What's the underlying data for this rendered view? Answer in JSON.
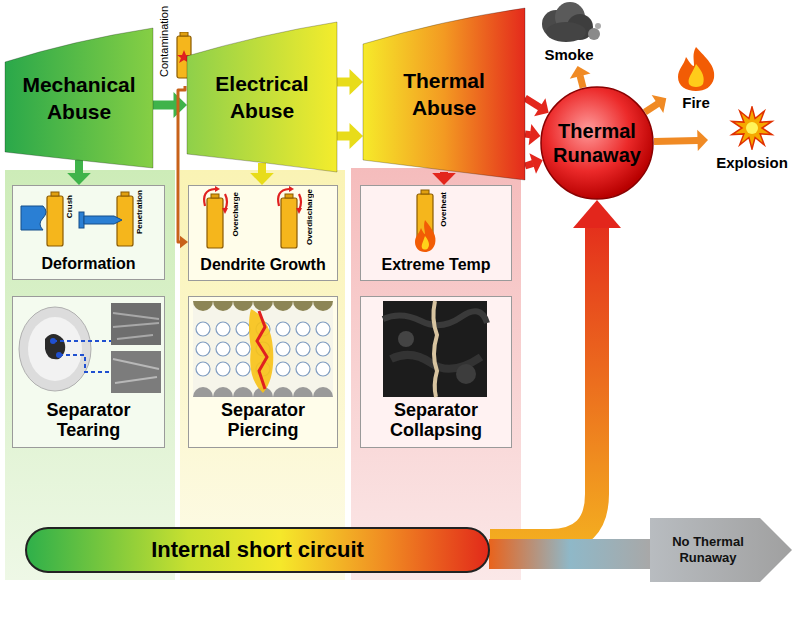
{
  "diagram": {
    "nodes": [
      {
        "text": [
          "Contamination"
        ]
      },
      {
        "text": [
          "Mechanical Abuse"
        ]
      },
      {
        "text": [
          "Electrical Abuse"
        ]
      },
      {
        "text": [
          "Thermal Abuse"
        ]
      },
      {
        "text": [
          "Thermal Runaway"
        ]
      },
      {
        "text": [
          "Smoke"
        ]
      },
      {
        "text": [
          "Fire"
        ]
      },
      {
        "text": [
          "Explosion"
        ]
      },
      {
        "text": [
          "Deformation"
        ]
      },
      {
        "text": [
          "Dendrite Growth"
        ]
      },
      {
        "text": [
          "Extreme Temp"
        ]
      },
      {
        "text": [
          "Separator Tearing"
        ]
      },
      {
        "text": [
          "Separator Piercing"
        ]
      },
      {
        "text": [
          "Separator Collapsing"
        ]
      },
      {
        "text": [
          "Internal short circuit"
        ]
      },
      {
        "text": [
          "No Thermal Runaway"
        ]
      }
    ],
    "edges": [
      {
        "from": 1,
        "to": 2,
        "arrow": "to"
      },
      {
        "from": 2,
        "to": 3,
        "arrow": "to"
      },
      {
        "from": 2,
        "to": 3,
        "arrow": "to"
      },
      {
        "from": 3,
        "to": 4,
        "arrow": "to"
      },
      {
        "from": 3,
        "to": 4,
        "arrow": "to"
      },
      {
        "from": 3,
        "to": 4,
        "arrow": "to"
      },
      {
        "from": 4,
        "to": 5,
        "arrow": "to"
      },
      {
        "from": 4,
        "to": 6,
        "arrow": "to"
      },
      {
        "from": 4,
        "to": 7,
        "arrow": "to"
      },
      {
        "from": 1,
        "to": 8,
        "arrow": "to"
      },
      {
        "from": 2,
        "to": 9,
        "arrow": "to"
      },
      {
        "from": 3,
        "to": 10,
        "arrow": "to"
      },
      {
        "from": 0,
        "to": 9,
        "arrow": "to"
      },
      {
        "from": 14,
        "to": 4,
        "arrow": "to"
      },
      {
        "from": 14,
        "to": 15,
        "arrow": "none"
      }
    ],
    "labels": [
      "Crush",
      "Penetration",
      "Overcharge",
      "Overdischarge",
      "Overheat"
    ]
  }
}
